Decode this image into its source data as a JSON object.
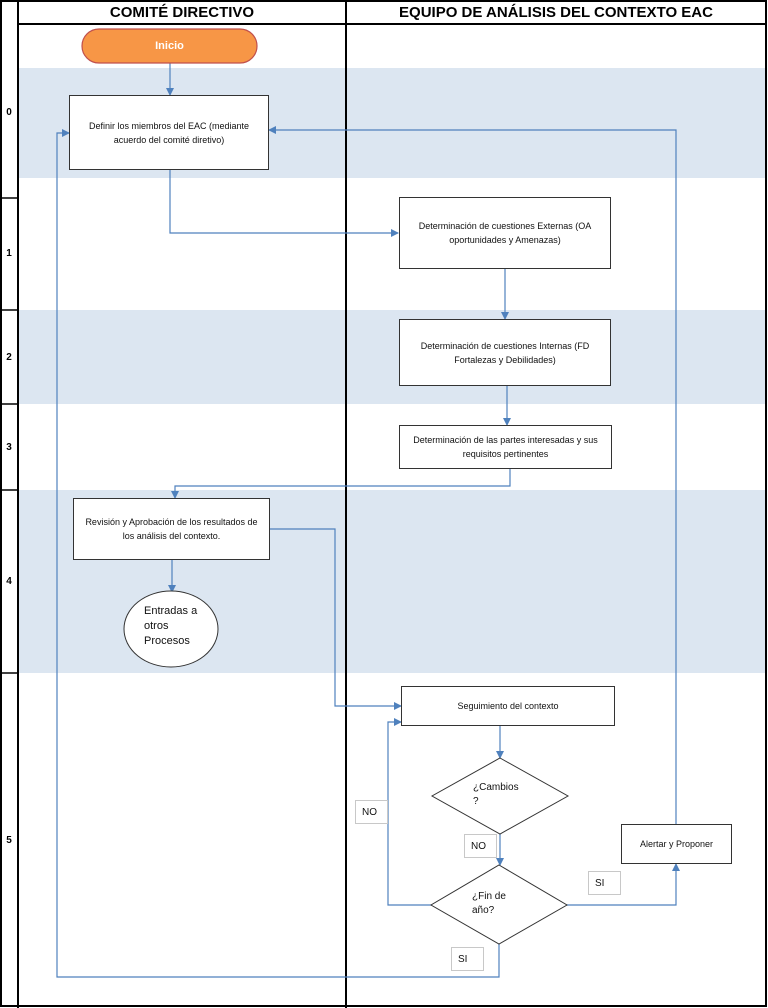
{
  "lanes": {
    "left_title": "COMITÉ DIRECTIVO",
    "right_title": "EQUIPO DE ANÁLISIS DEL CONTEXTO EAC"
  },
  "rows": [
    "0",
    "1",
    "2",
    "3",
    "4",
    "5"
  ],
  "nodes": {
    "start": "Inicio",
    "define_members": "Definir los miembros del EAC (mediante acuerdo del comité diretivo)",
    "external_issues": "Determinación de cuestiones Externas (OA oportunidades y Amenazas)",
    "internal_issues": "Determinación de cuestiones Internas (FD Fortalezas y Debilidades)",
    "stakeholders": "Determinación de las partes interesadas y sus requisitos pertinentes",
    "review_approval": "Revisión y Aprobación de los resultados de los análisis del contexto.",
    "inputs_other": "Entradas a otros Procesos",
    "follow_up": "Seguimiento del contexto",
    "changes_decision": "¿Cambios ?",
    "year_end_decision": "¿Fin de año?",
    "alert_propose": "Alertar y Proponer"
  },
  "edge_labels": {
    "no_left": "NO",
    "no_mid": "NO",
    "si_right": "SI",
    "si_bottom": "SI"
  },
  "colors": {
    "band": "#dce6f1",
    "start_fill": "#f79646",
    "arrow": "#4f81bd",
    "border": "#000000"
  }
}
